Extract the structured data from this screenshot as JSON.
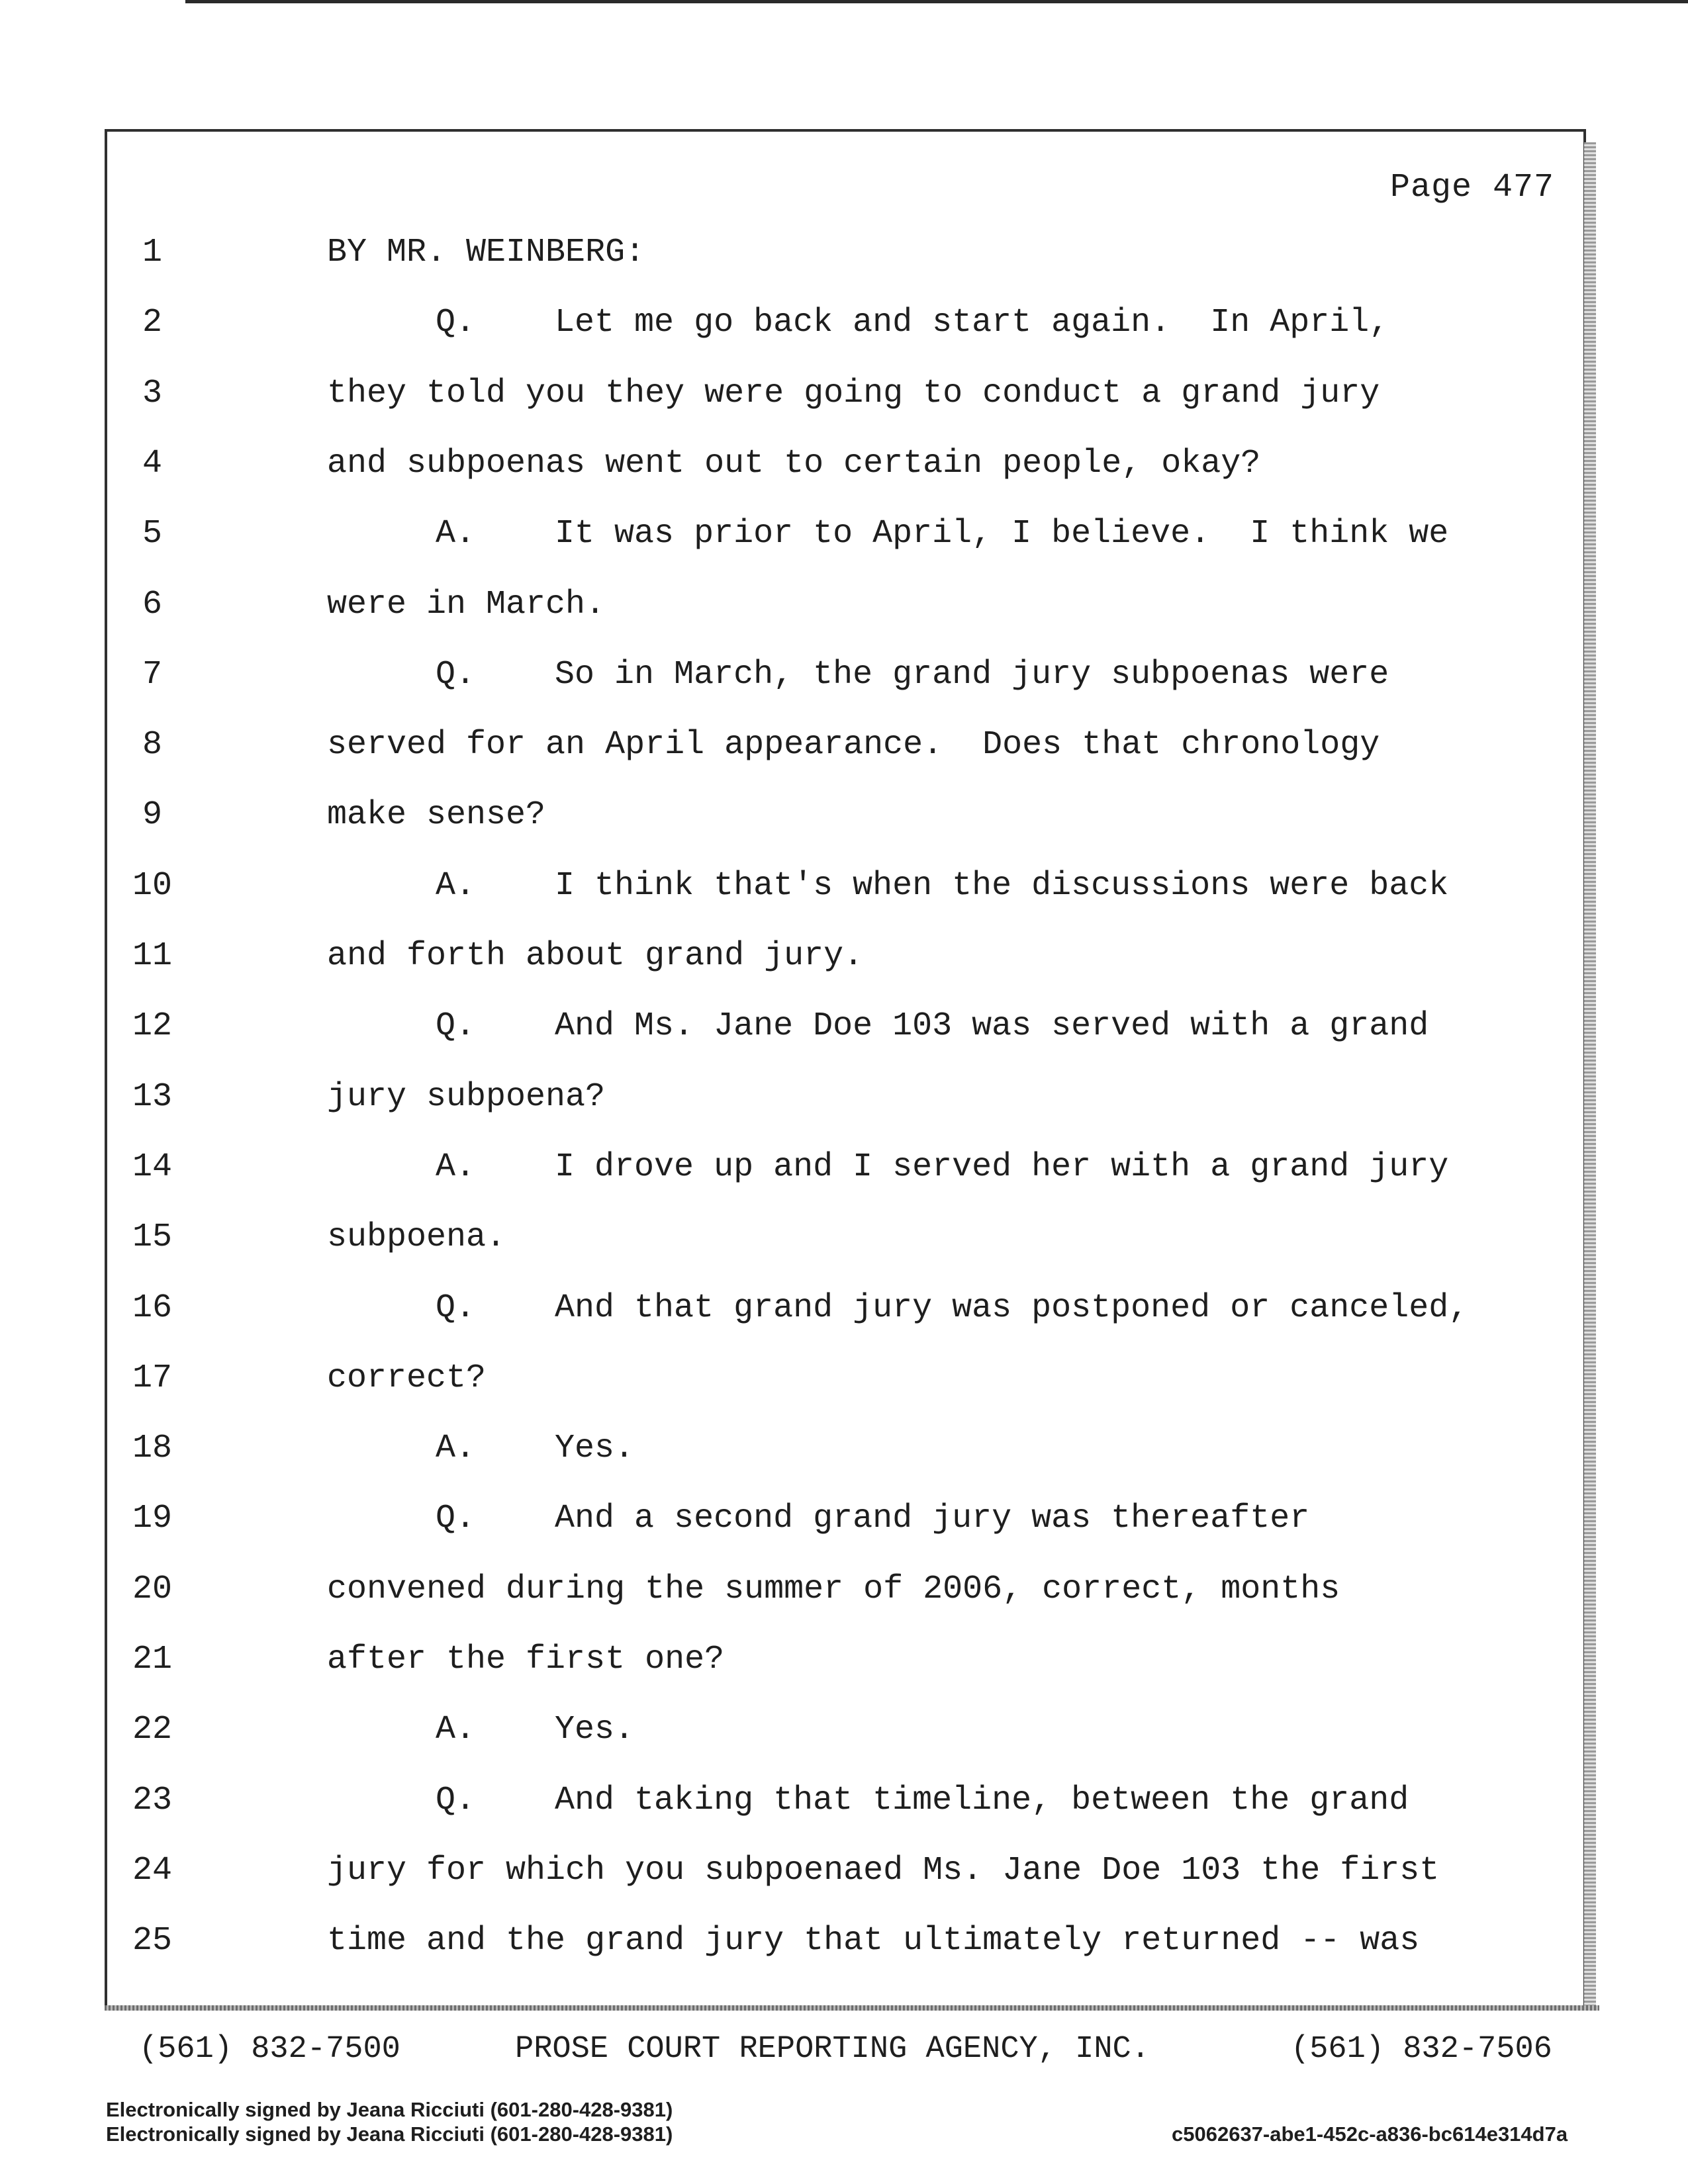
{
  "page": {
    "label": "Page 477"
  },
  "transcript": {
    "lines": [
      {
        "n": "1",
        "text": "BY MR. WEINBERG:",
        "indent": false
      },
      {
        "n": "2",
        "text": "Q.    Let me go back and start again.  In April,",
        "indent": true
      },
      {
        "n": "3",
        "text": "they told you they were going to conduct a grand jury",
        "indent": false
      },
      {
        "n": "4",
        "text": "and subpoenas went out to certain people, okay?",
        "indent": false
      },
      {
        "n": "5",
        "text": "A.    It was prior to April, I believe.  I think we",
        "indent": true
      },
      {
        "n": "6",
        "text": "were in March.",
        "indent": false
      },
      {
        "n": "7",
        "text": "Q.    So in March, the grand jury subpoenas were",
        "indent": true
      },
      {
        "n": "8",
        "text": "served for an April appearance.  Does that chronology",
        "indent": false
      },
      {
        "n": "9",
        "text": "make sense?",
        "indent": false
      },
      {
        "n": "10",
        "text": "A.    I think that's when the discussions were back",
        "indent": true
      },
      {
        "n": "11",
        "text": "and forth about grand jury.",
        "indent": false
      },
      {
        "n": "12",
        "text": "Q.    And Ms. Jane Doe 103 was served with a grand",
        "indent": true
      },
      {
        "n": "13",
        "text": "jury subpoena?",
        "indent": false
      },
      {
        "n": "14",
        "text": "A.    I drove up and I served her with a grand jury",
        "indent": true
      },
      {
        "n": "15",
        "text": "subpoena.",
        "indent": false
      },
      {
        "n": "16",
        "text": "Q.    And that grand jury was postponed or canceled,",
        "indent": true
      },
      {
        "n": "17",
        "text": "correct?",
        "indent": false
      },
      {
        "n": "18",
        "text": "A.    Yes.",
        "indent": true
      },
      {
        "n": "19",
        "text": "Q.    And a second grand jury was thereafter",
        "indent": true
      },
      {
        "n": "20",
        "text": "convened during the summer of 2006, correct, months",
        "indent": false
      },
      {
        "n": "21",
        "text": "after the first one?",
        "indent": false
      },
      {
        "n": "22",
        "text": "A.    Yes.",
        "indent": true
      },
      {
        "n": "23",
        "text": "Q.    And taking that timeline, between the grand",
        "indent": true
      },
      {
        "n": "24",
        "text": "jury for which you subpoenaed Ms. Jane Doe 103 the first",
        "indent": false
      },
      {
        "n": "25",
        "text": "time and the grand jury that ultimately returned -- was",
        "indent": false
      }
    ]
  },
  "footer": {
    "phone_left": "(561) 832-7500",
    "agency": "PROSE COURT REPORTING AGENCY, INC.",
    "phone_right": "(561) 832-7506"
  },
  "signatures": {
    "line1": "Electronically signed by Jeana Ricciuti (601-280-428-9381)",
    "line2": "Electronically signed by Jeana Ricciuti (601-280-428-9381)",
    "document_id": "c5062637-abe1-452c-a836-bc614e314d7a"
  }
}
